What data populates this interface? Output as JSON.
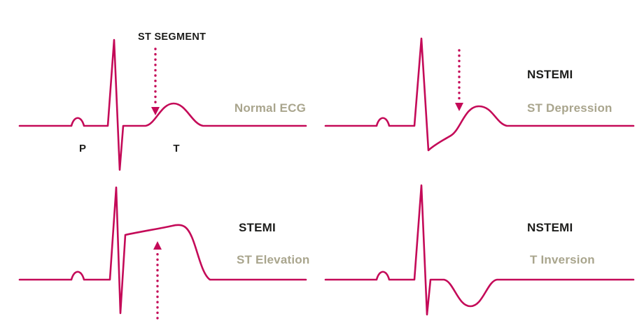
{
  "colors": {
    "ecg": "#c40a58",
    "arrow": "#c40a58",
    "dark_label": "#1d1d1b",
    "muted_label": "#a9a58d",
    "background": "#ffffff"
  },
  "panels": {
    "normal": {
      "annotation": "ST SEGMENT",
      "p_wave": "P",
      "t_wave": "T",
      "caption": "Normal ECG"
    },
    "st_depression": {
      "title": "NSTEMI",
      "caption": "ST Depression"
    },
    "st_elevation": {
      "title": "STEMI",
      "caption": "ST Elevation"
    },
    "t_inversion": {
      "title": "NSTEMI",
      "caption": "T Inversion"
    }
  }
}
